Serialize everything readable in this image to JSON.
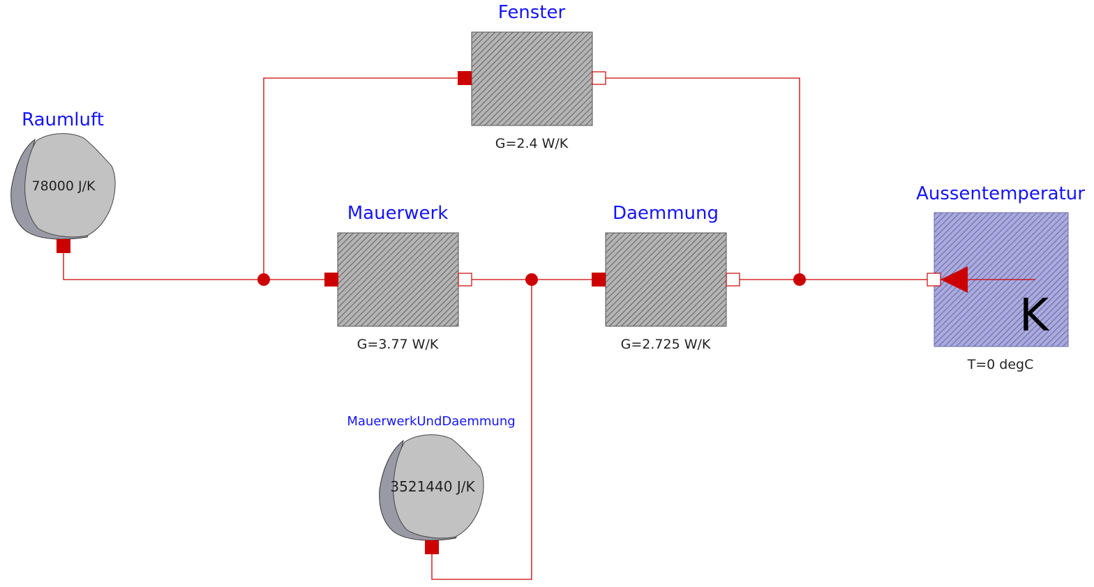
{
  "diagram": {
    "components": {
      "fenster": {
        "name": "Fenster",
        "param": "G=2.4 W/K"
      },
      "raumluft": {
        "name": "Raumluft",
        "param": "78000 J/K"
      },
      "mauerwerk": {
        "name": "Mauerwerk",
        "param": "G=3.77 W/K"
      },
      "daemmung": {
        "name": "Daemmung",
        "param": "G=2.725 W/K"
      },
      "aussentemperatur": {
        "name": "Aussentemperatur",
        "param": "T=0 degC",
        "unit_glyph": "K"
      },
      "mauerwerk_und_daemmung": {
        "name": "MauerwerkUndDaemmung",
        "param": "3521440 J/K"
      }
    },
    "colors": {
      "label": "#1414ff",
      "connection": "#cc0000",
      "port_fill": "#cc0000",
      "conductor_fill": "#a9a9a9",
      "capacitor_fill": "#c0c0c0",
      "source_fill": "#8c8cc8"
    }
  }
}
